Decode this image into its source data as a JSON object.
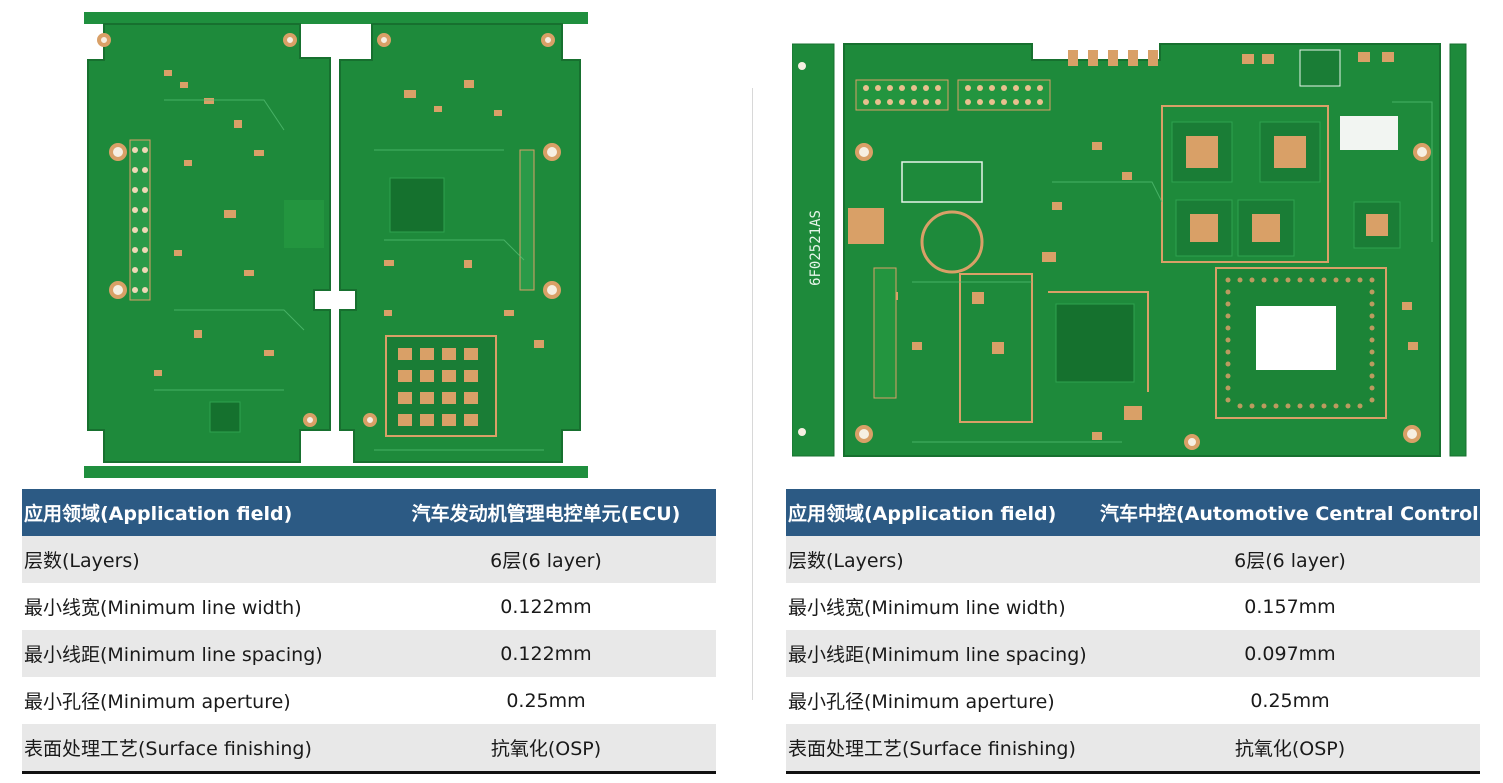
{
  "colors": {
    "header_bg": "#2c5a84",
    "row_shade": "#e8e8e8",
    "board_green": "#1f8f3e",
    "pad_copper": "#d9a067"
  },
  "panels": [
    {
      "image_alt": "ECU printed circuit board",
      "header": {
        "label": "应用领域(Application field)",
        "value": "汽车发动机管理电控单元(ECU)"
      },
      "rows": [
        {
          "label": "层数(Layers)",
          "value": "6层(6 layer)"
        },
        {
          "label": "最小线宽(Minimum line width)",
          "value": "0.122mm"
        },
        {
          "label": "最小线距(Minimum line spacing)",
          "value": "0.122mm"
        },
        {
          "label": "最小孔径(Minimum aperture)",
          "value": "0.25mm"
        },
        {
          "label": "表面处理工艺(Surface finishing)",
          "value": "抗氧化(OSP)"
        }
      ]
    },
    {
      "image_alt": "Automotive central control printed circuit board",
      "board_marking": "6F02521AS",
      "header": {
        "label": "应用领域(Application field)",
        "value": "汽车中控(Automotive Central Control)"
      },
      "rows": [
        {
          "label": "层数(Layers)",
          "value": "6层(6 layer)"
        },
        {
          "label": "最小线宽(Minimum line width)",
          "value": "0.157mm"
        },
        {
          "label": "最小线距(Minimum line spacing)",
          "value": "0.097mm"
        },
        {
          "label": "最小孔径(Minimum aperture)",
          "value": "0.25mm"
        },
        {
          "label": "表面处理工艺(Surface finishing)",
          "value": "抗氧化(OSP)"
        }
      ]
    }
  ]
}
